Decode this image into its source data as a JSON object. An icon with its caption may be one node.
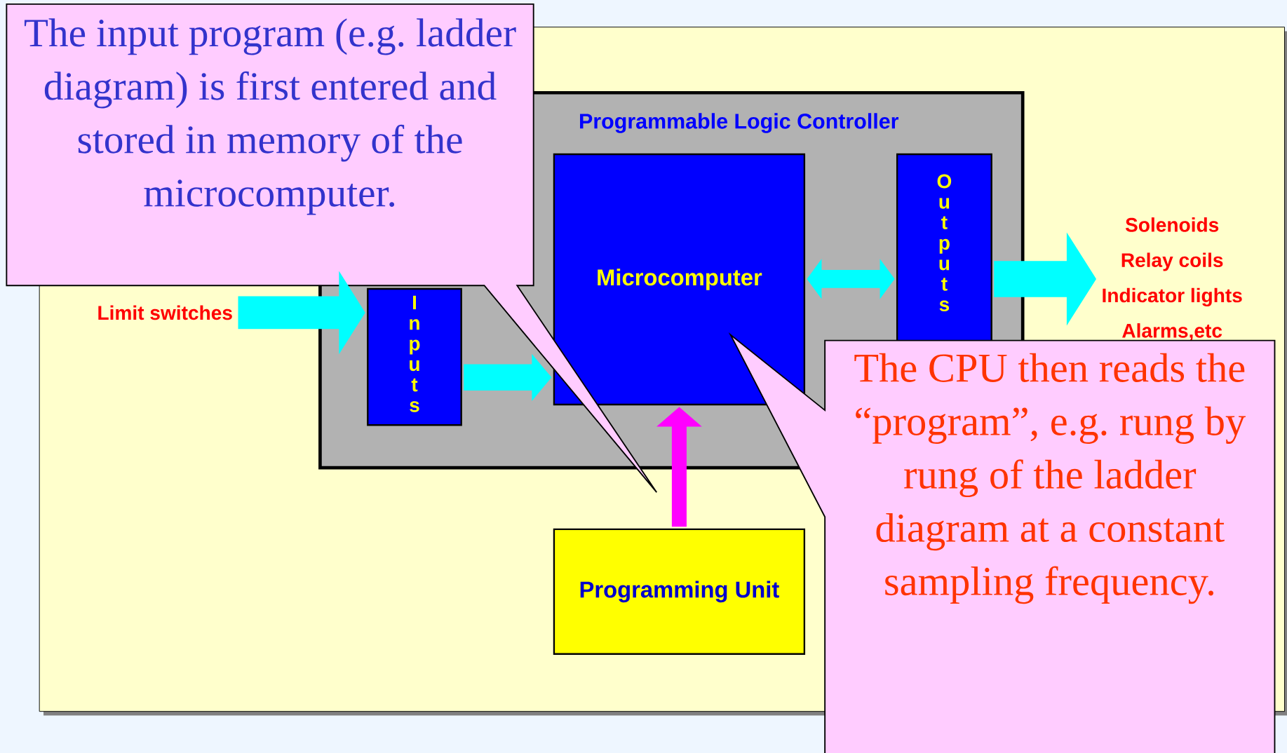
{
  "diagram": {
    "nodes": [
      {
        "text": [
          "Programmable Logic Controller"
        ]
      },
      {
        "text": [
          "Inputs"
        ],
        "in": 0
      },
      {
        "text": [
          "Microcomputer"
        ],
        "in": 0
      },
      {
        "text": [
          "Outputs"
        ],
        "in": 0
      },
      {
        "text": [
          "Limit switches"
        ]
      },
      {
        "text": [
          "Solenoids",
          "Relay coils",
          "Indicator lights",
          "Alarms,etc"
        ]
      },
      {
        "text": [
          "Programming Unit"
        ]
      },
      {
        "text": [
          "The input program (e.g. ladder diagram) is first entered and stored in memory of the microcomputer."
        ]
      },
      {
        "text": [
          "The CPU then reads the “program”, e.g. rung by rung of the ladder diagram at a constant sampling frequency."
        ]
      }
    ],
    "edges": [
      {
        "from": 4,
        "to": 1,
        "arrow": "to"
      },
      {
        "from": 1,
        "to": 2,
        "arrow": "to"
      },
      {
        "from": 2,
        "to": 3,
        "arrow": "both"
      },
      {
        "from": 3,
        "to": 5,
        "arrow": "to"
      },
      {
        "from": 6,
        "to": 2,
        "arrow": "to",
        "color": "#ff00ff"
      }
    ]
  }
}
